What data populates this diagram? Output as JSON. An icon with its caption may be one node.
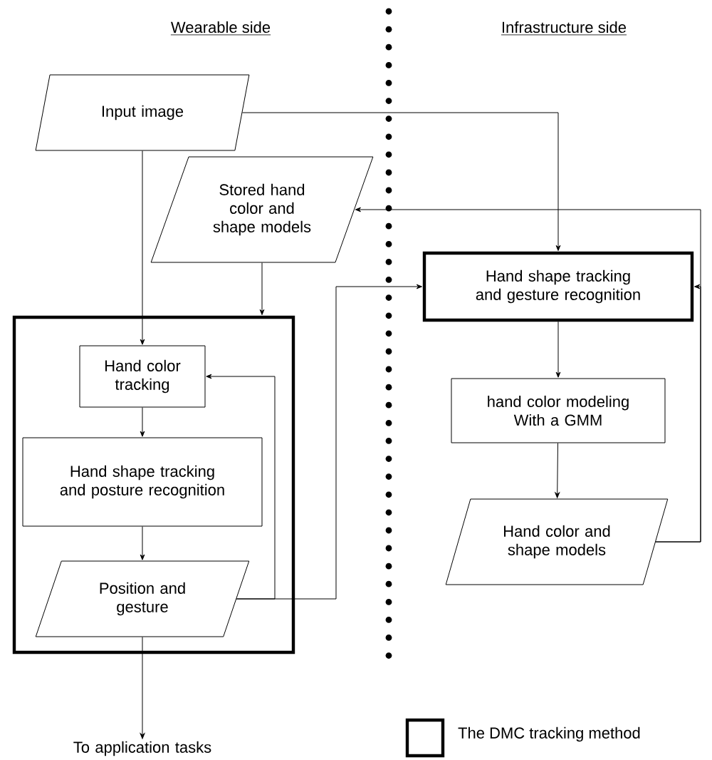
{
  "diagram": {
    "nodes": [
      {
        "text": [
          "Input image"
        ]
      },
      {
        "text": [
          "Stored hand color and shape models"
        ]
      },
      {
        "text": [],
        "shape": "box"
      },
      {
        "text": [
          "Hand color tracking"
        ],
        "in": 2
      },
      {
        "text": [
          "Hand shape tracking and posture recognition"
        ],
        "in": 2
      },
      {
        "text": [
          "Position and gesture"
        ],
        "in": 2
      },
      {
        "text": [
          "To application tasks"
        ]
      },
      {
        "text": [
          "Hand shape tracking and gesture recognition"
        ]
      },
      {
        "text": [
          "hand color modeling With a GMM"
        ]
      },
      {
        "text": [
          "Hand color and shape models"
        ]
      }
    ],
    "edges": [
      {
        "from": 0,
        "to": 3,
        "arrow": "to"
      },
      {
        "from": 0,
        "to": 7,
        "arrow": "to"
      },
      {
        "from": 1,
        "to": 2,
        "arrow": "to"
      },
      {
        "from": 9,
        "to": 1,
        "arrow": "to"
      },
      {
        "from": 9,
        "to": 7,
        "arrow": "to"
      },
      {
        "from": 3,
        "to": 4,
        "arrow": "to"
      },
      {
        "from": 4,
        "to": 5,
        "arrow": "to"
      },
      {
        "from": 5,
        "to": 3,
        "arrow": "to"
      },
      {
        "from": 5,
        "to": 7,
        "arrow": "to"
      },
      {
        "from": 5,
        "to": 6,
        "arrow": "to"
      },
      {
        "from": 7,
        "to": 8,
        "arrow": "to"
      },
      {
        "from": 8,
        "to": 9,
        "arrow": "to"
      }
    ],
    "labels": [
      "Wearable side",
      "Infrastructure side"
    ],
    "legend": [
      {
        "text": "The DMC tracking method"
      }
    ]
  }
}
